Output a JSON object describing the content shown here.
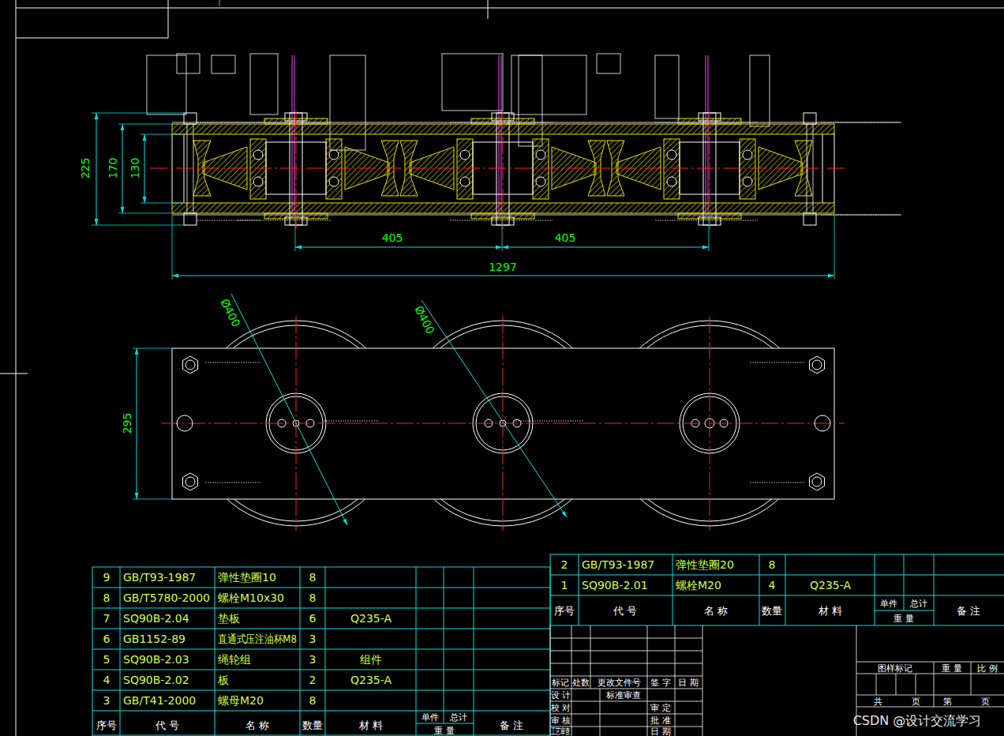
{
  "diagram": {
    "labels": [
      "225",
      "170",
      "130",
      "405",
      "405",
      "1297",
      "Ø400",
      "Ø400",
      "295",
      "9",
      "GB/T93-1987",
      "弹性垫圈10",
      "8",
      "8",
      "GB/T5780-2000",
      "螺栓M10x30",
      "8",
      "7",
      "SQ90B-2.04",
      "垫板",
      "6",
      "Q235-A",
      "6",
      "GB1152-89",
      "直通式压注油杯M8",
      "3",
      "5",
      "SQ90B-2.03",
      "绳轮组",
      "3",
      "组件",
      "4",
      "SQ90B-2.02",
      "板",
      "2",
      "Q235-A",
      "3",
      "GB/T41-2000",
      "螺母M20",
      "8",
      "序号",
      "代 号",
      "名 称",
      "数量",
      "材 料",
      "单件",
      "总计",
      "重 量",
      "备 注",
      "2",
      "GB/T93-1987",
      "弹性垫圈20",
      "8",
      "1",
      "SQ90B-2.01",
      "螺栓M20",
      "4",
      "Q235-A",
      "序号",
      "代 号",
      "名 称",
      "数量",
      "材 料",
      "单件",
      "总计",
      "重 量",
      "备 注",
      "标记",
      "处数",
      "更改文件号",
      "签 字",
      "日 期",
      "设 计",
      "标准审查",
      "校 对",
      "审 定",
      "审 核",
      "批 准",
      "工艺审查",
      "日 期",
      "图样标记",
      "重 量",
      "比 例",
      "共",
      "页",
      "第",
      "页",
      "CSDN @设计交流学习"
    ]
  }
}
